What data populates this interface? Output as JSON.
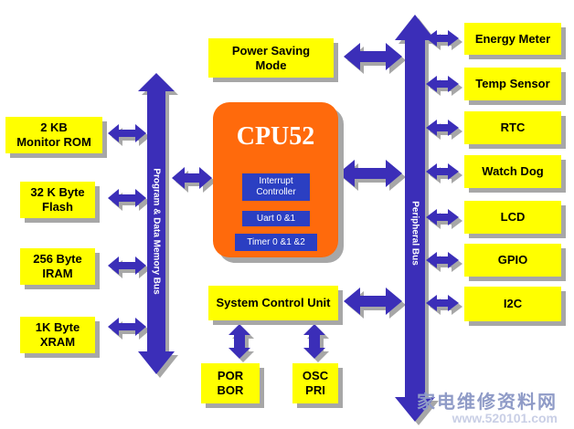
{
  "memory": [
    {
      "label": "2 KB\nMonitor ROM"
    },
    {
      "label": "32 K Byte\nFlash"
    },
    {
      "label": "256 Byte\nIRAM"
    },
    {
      "label": "1K Byte\nXRAM"
    }
  ],
  "left_bus": {
    "label": "Program & Data Memory Bus"
  },
  "right_bus": {
    "label": "Peripheral Bus"
  },
  "power_saving": {
    "label": "Power Saving\nMode"
  },
  "cpu": {
    "title": "CPU52",
    "blocks": [
      {
        "label": "Interrupt\nController"
      },
      {
        "label": "Uart 0 &1"
      },
      {
        "label": "Timer 0 &1 &2"
      }
    ]
  },
  "system_control": {
    "label": "System Control Unit"
  },
  "por_bor": {
    "label": "POR\nBOR"
  },
  "osc_pri": {
    "label": "OSC\nPRI"
  },
  "peripherals": [
    {
      "label": "Energy Meter"
    },
    {
      "label": "Temp Sensor"
    },
    {
      "label": "RTC"
    },
    {
      "label": "Watch Dog"
    },
    {
      "label": "LCD"
    },
    {
      "label": "GPIO"
    },
    {
      "label": "I2C"
    }
  ],
  "watermark": {
    "cn": "家电维修资料网",
    "url": "www.520101.com"
  },
  "colors": {
    "box": "#ffff00",
    "cpu": "#ff6a0c",
    "arrow": "#3a2fb8",
    "cpu_block": "#2b3fc2",
    "shadow": "#a7a7a7"
  }
}
